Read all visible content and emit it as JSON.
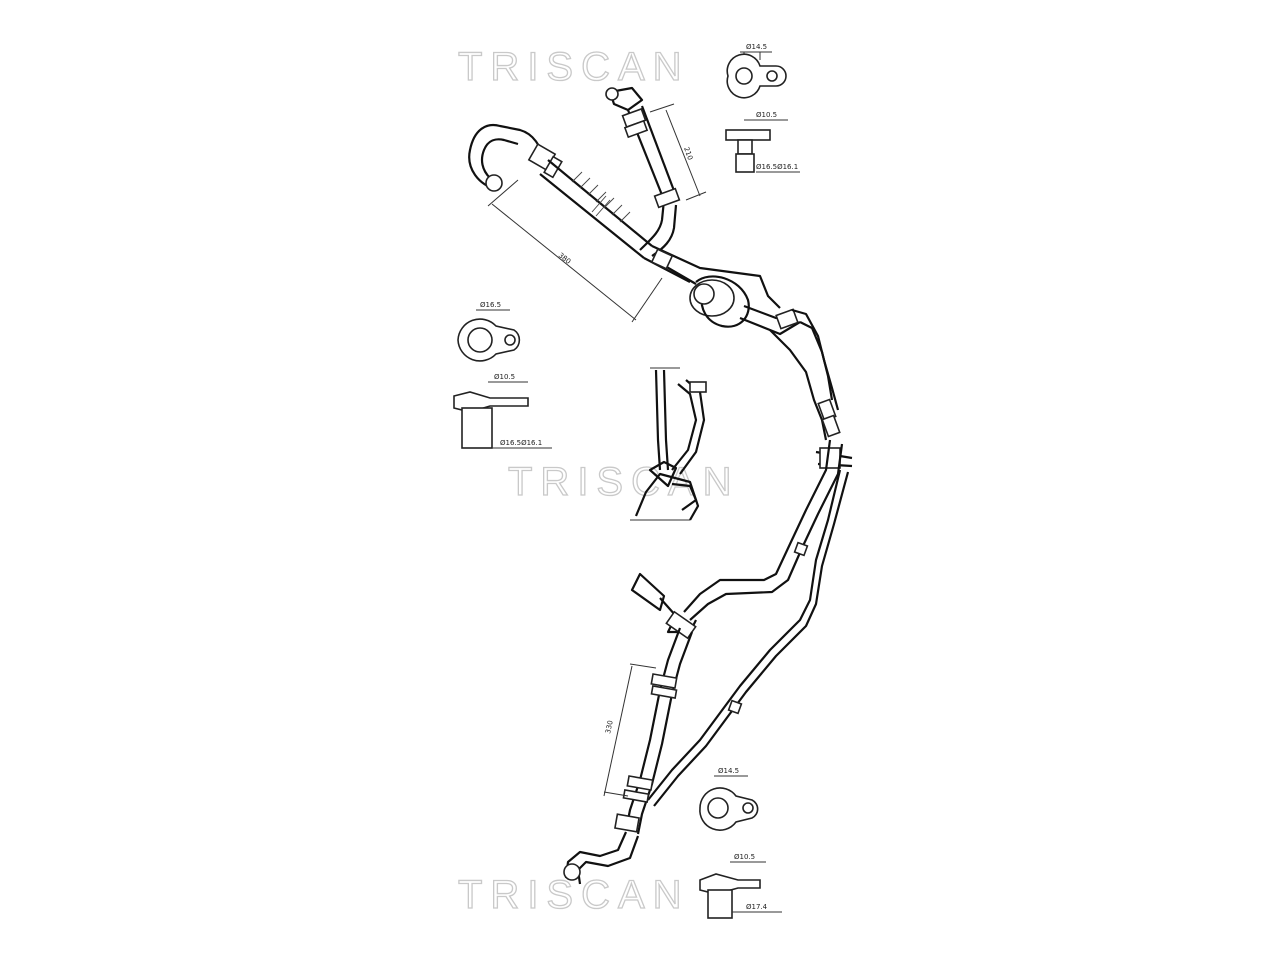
{
  "watermark": {
    "brand": "TRISCAN",
    "color": "#c9c9c9"
  },
  "dimensions": {
    "top_right_bore": "Ø14.5",
    "top_right_pin": "Ø10.5",
    "top_right_thread": "Ø16.5Ø16.1",
    "top_short_hose": "210",
    "top_long_hose": "380",
    "left_bore": "Ø16.5",
    "left_pin": "Ø10.5",
    "left_thread": "Ø16.5Ø16.1",
    "bottom_hose": "330",
    "bottom_right_bore": "Ø14.5",
    "bottom_right_pin": "Ø10.5",
    "bottom_right_thread": "Ø17.4"
  },
  "colors": {
    "line": "#222222",
    "background": "#ffffff"
  }
}
